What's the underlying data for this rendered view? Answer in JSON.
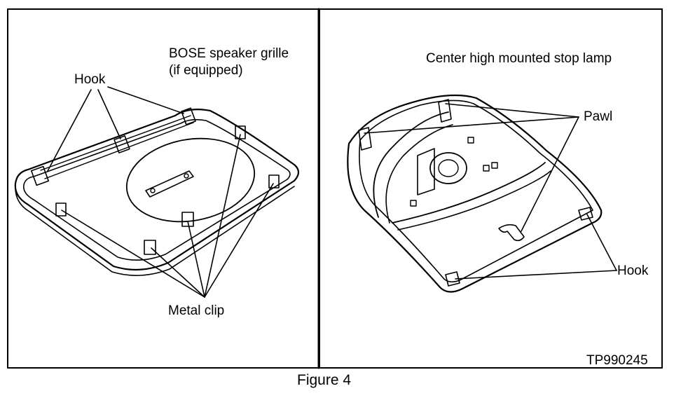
{
  "left_panel": {
    "title_line1": "BOSE speaker grille",
    "title_line2": "(if equipped)",
    "hook_label": "Hook",
    "metal_clip_label": "Metal clip"
  },
  "right_panel": {
    "title": "Center high mounted stop lamp",
    "pawl_label": "Pawl",
    "hook_label": "Hook",
    "code": "TP990245"
  },
  "caption": "Figure 4"
}
